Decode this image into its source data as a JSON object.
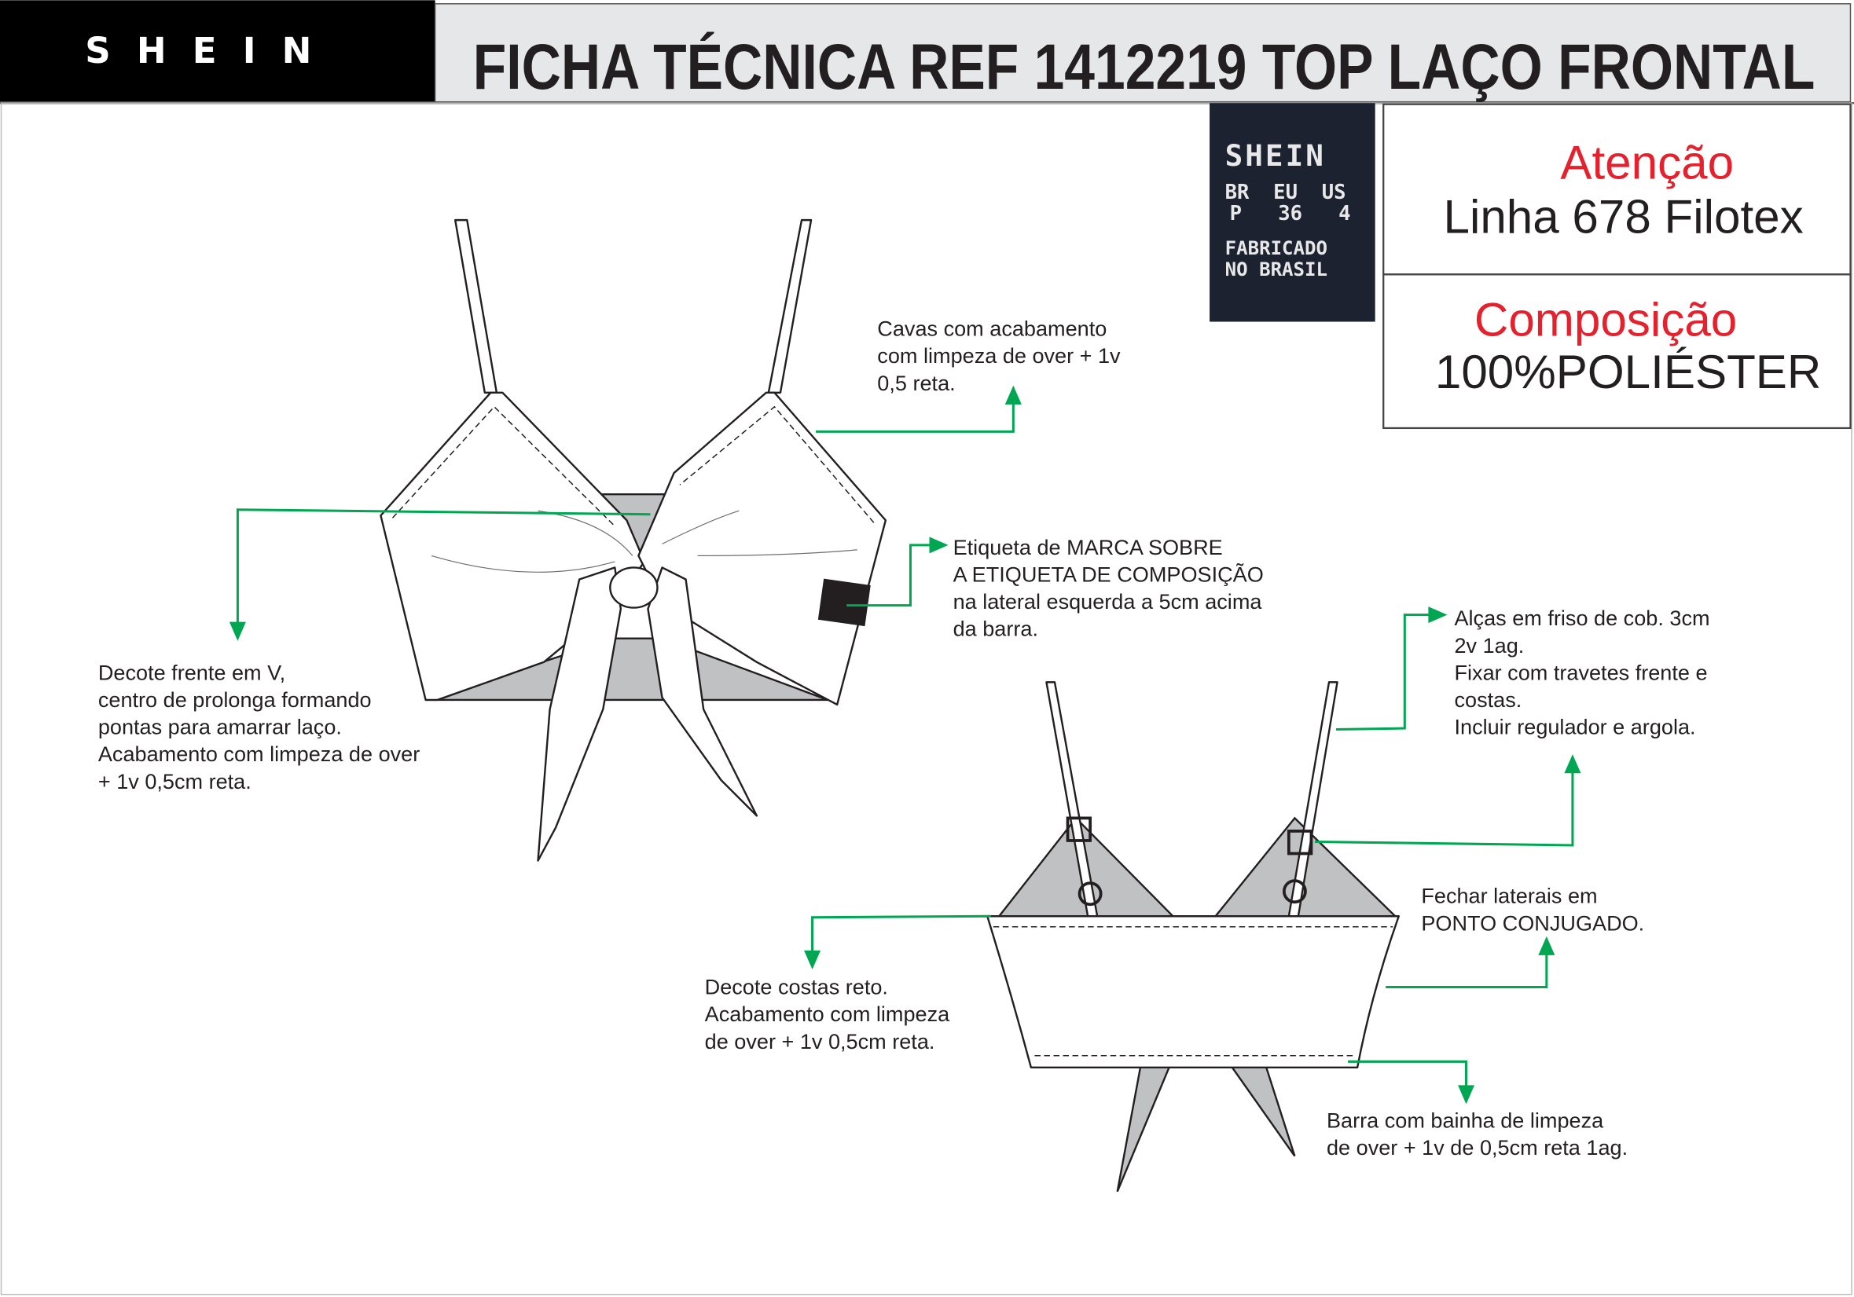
{
  "header": {
    "brand": "SHEIN",
    "title": "FICHA TÉCNICA REF 1412219  TOP LAÇO FRONTAL"
  },
  "label_tag": {
    "brand": "SHEIN",
    "size_header": "BR  EU  US",
    "size_values": "P   36   4",
    "made_in_1": "FABRICADO",
    "made_in_2": "NO BRASIL"
  },
  "info_boxes": [
    {
      "heading": "Atenção",
      "value": "Linha 678 Filotex"
    },
    {
      "heading": "Composição",
      "value": "100%POLIÉSTER"
    }
  ],
  "colors": {
    "accent_red": "#e4222e",
    "callout_green": "#00a651",
    "header_gray": "#e6e7e8"
  },
  "notes": {
    "cavas": [
      "Cavas com acabamento",
      "com limpeza de over + 1v",
      "0,5 reta."
    ],
    "etiqueta": [
      "Etiqueta de MARCA SOBRE",
      "A ETIQUETA DE COMPOSIÇÃO",
      "na lateral esquerda a 5cm acima",
      "da barra."
    ],
    "decote_frente": [
      "Decote frente em V,",
      "centro de prolonga formando",
      "pontas para amarrar laço.",
      "Acabamento com limpeza de over",
      "+ 1v 0,5cm reta."
    ],
    "alcas": [
      "Alças em friso de cob. 3cm",
      "2v 1ag.",
      "Fixar com travetes frente e",
      "costas.",
      "Incluir regulador e argola."
    ],
    "laterais": [
      "Fechar laterais em",
      "PONTO CONJUGADO."
    ],
    "decote_costas": [
      "Decote costas reto.",
      "Acabamento com limpeza",
      "de over + 1v 0,5cm reta."
    ],
    "barra": [
      "Barra com bainha de limpeza",
      "de over + 1v de 0,5cm reta 1ag."
    ]
  }
}
